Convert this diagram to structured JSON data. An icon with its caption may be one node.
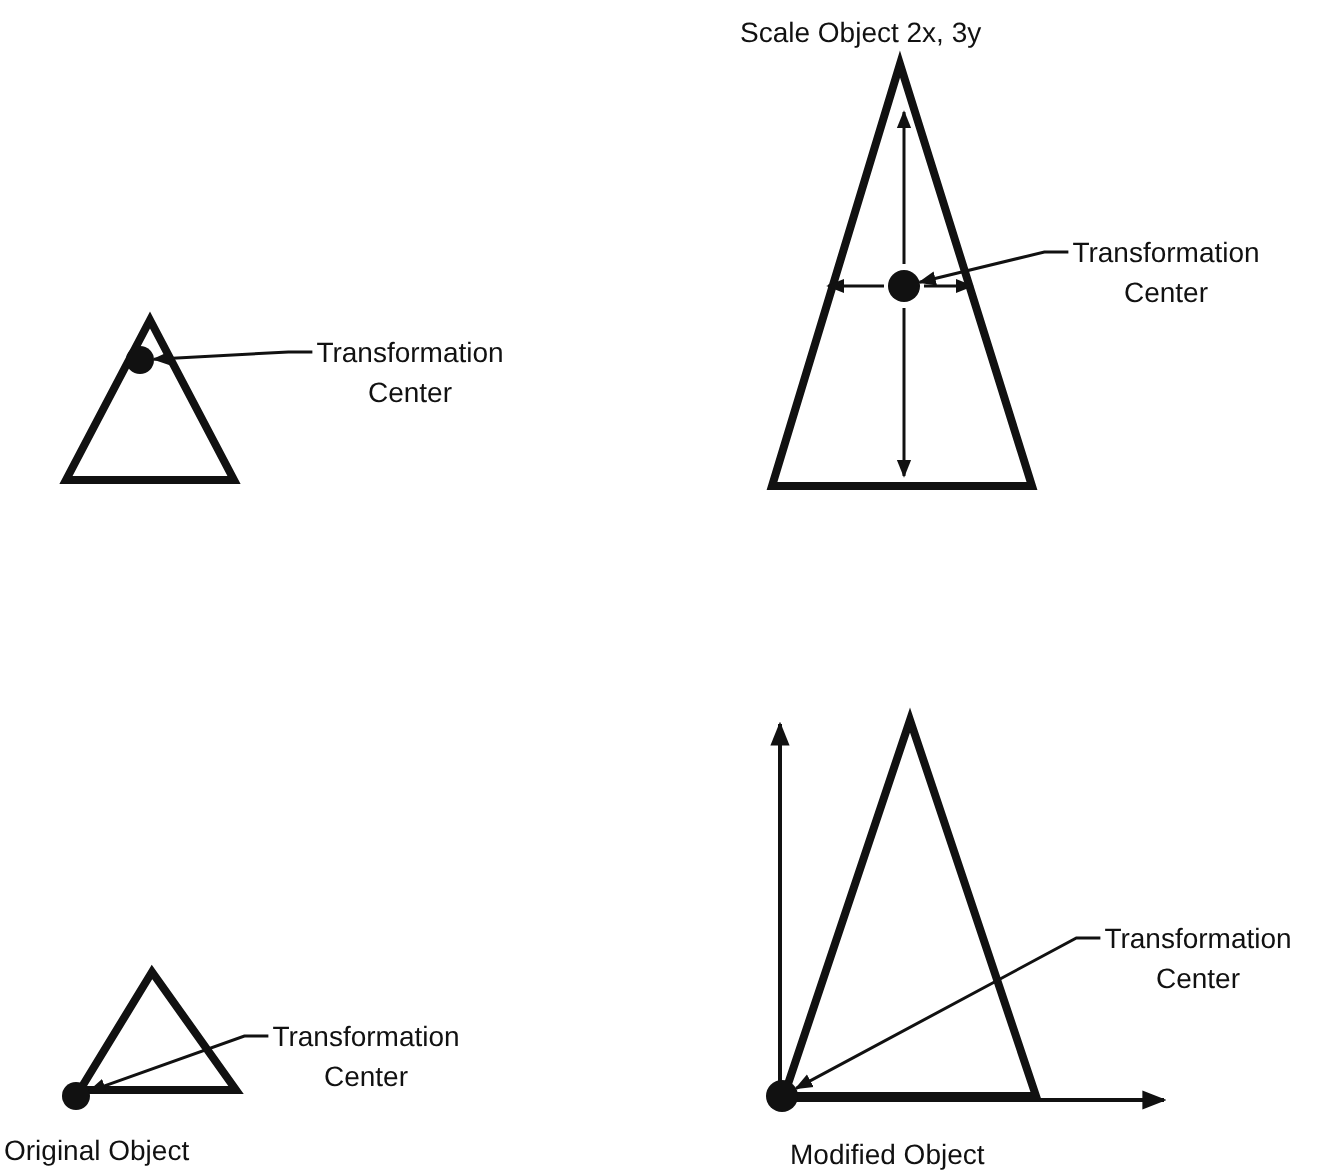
{
  "diagram": {
    "nodes": [
      {
        "text": [
          "Transformation Center"
        ]
      },
      {
        "text": [],
        "shape": "circle"
      },
      {
        "text": [
          "Transformation Center"
        ]
      },
      {
        "text": [],
        "shape": "circle"
      },
      {
        "text": [
          "Transformation Center"
        ]
      },
      {
        "text": [],
        "shape": "circle"
      },
      {
        "text": [
          "Transformation Center"
        ]
      },
      {
        "text": [],
        "shape": "circle"
      }
    ],
    "edges": [
      {
        "from": 0,
        "to": 1,
        "arrow": "to"
      },
      {
        "from": 2,
        "to": 3,
        "arrow": "to"
      },
      {
        "from": 4,
        "to": 5,
        "arrow": "to"
      },
      {
        "from": 6,
        "to": 7,
        "arrow": "to"
      }
    ],
    "labels": [
      "Scale Object 2x, 3y",
      "Original Object",
      "Modified Object"
    ]
  }
}
